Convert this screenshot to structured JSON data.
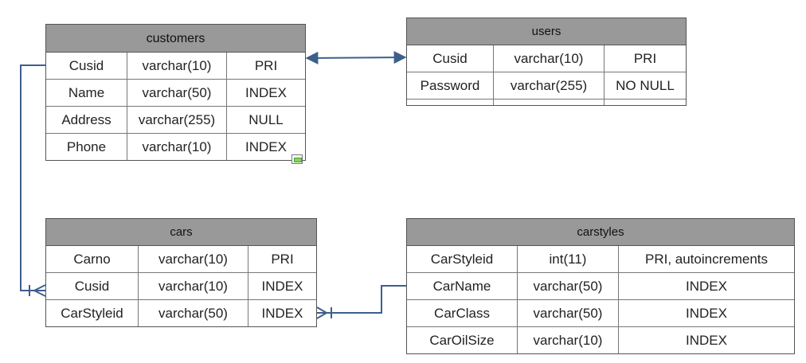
{
  "diagram": {
    "line_color": "#3d5f8c",
    "header_color": "#999999",
    "tables": {
      "customers": {
        "name": "customers",
        "columns": [
          [
            "Cusid",
            "varchar(10)",
            "PRI"
          ],
          [
            "Name",
            "varchar(50)",
            "INDEX"
          ],
          [
            "Address",
            "varchar(255)",
            "NULL"
          ],
          [
            "Phone",
            "varchar(10)",
            "INDEX"
          ]
        ]
      },
      "users": {
        "name": "users",
        "columns": [
          [
            "Cusid",
            "varchar(10)",
            "PRI"
          ],
          [
            "Password",
            "varchar(255)",
            "NO NULL"
          ],
          [
            "",
            "",
            ""
          ]
        ]
      },
      "cars": {
        "name": "cars",
        "columns": [
          [
            "Carno",
            "varchar(10)",
            "PRI"
          ],
          [
            "Cusid",
            "varchar(10)",
            "INDEX"
          ],
          [
            "CarStyleid",
            "varchar(50)",
            "INDEX"
          ]
        ]
      },
      "carstyles": {
        "name": "carstyles",
        "columns": [
          [
            "CarStyleid",
            "int(11)",
            "PRI, autoincrements"
          ],
          [
            "CarName",
            "varchar(50)",
            "INDEX"
          ],
          [
            "CarClass",
            "varchar(50)",
            "INDEX"
          ],
          [
            "CarOilSize",
            "varchar(10)",
            "INDEX"
          ]
        ]
      }
    },
    "relationships": [
      {
        "from": "customers.Cusid",
        "to": "users.Cusid",
        "type": "one-to-one"
      },
      {
        "from": "customers.Cusid",
        "to": "cars.Cusid",
        "type": "one-to-many"
      },
      {
        "from": "carstyles.CarName",
        "to": "cars.CarStyleid",
        "type": "one-to-many"
      }
    ]
  }
}
